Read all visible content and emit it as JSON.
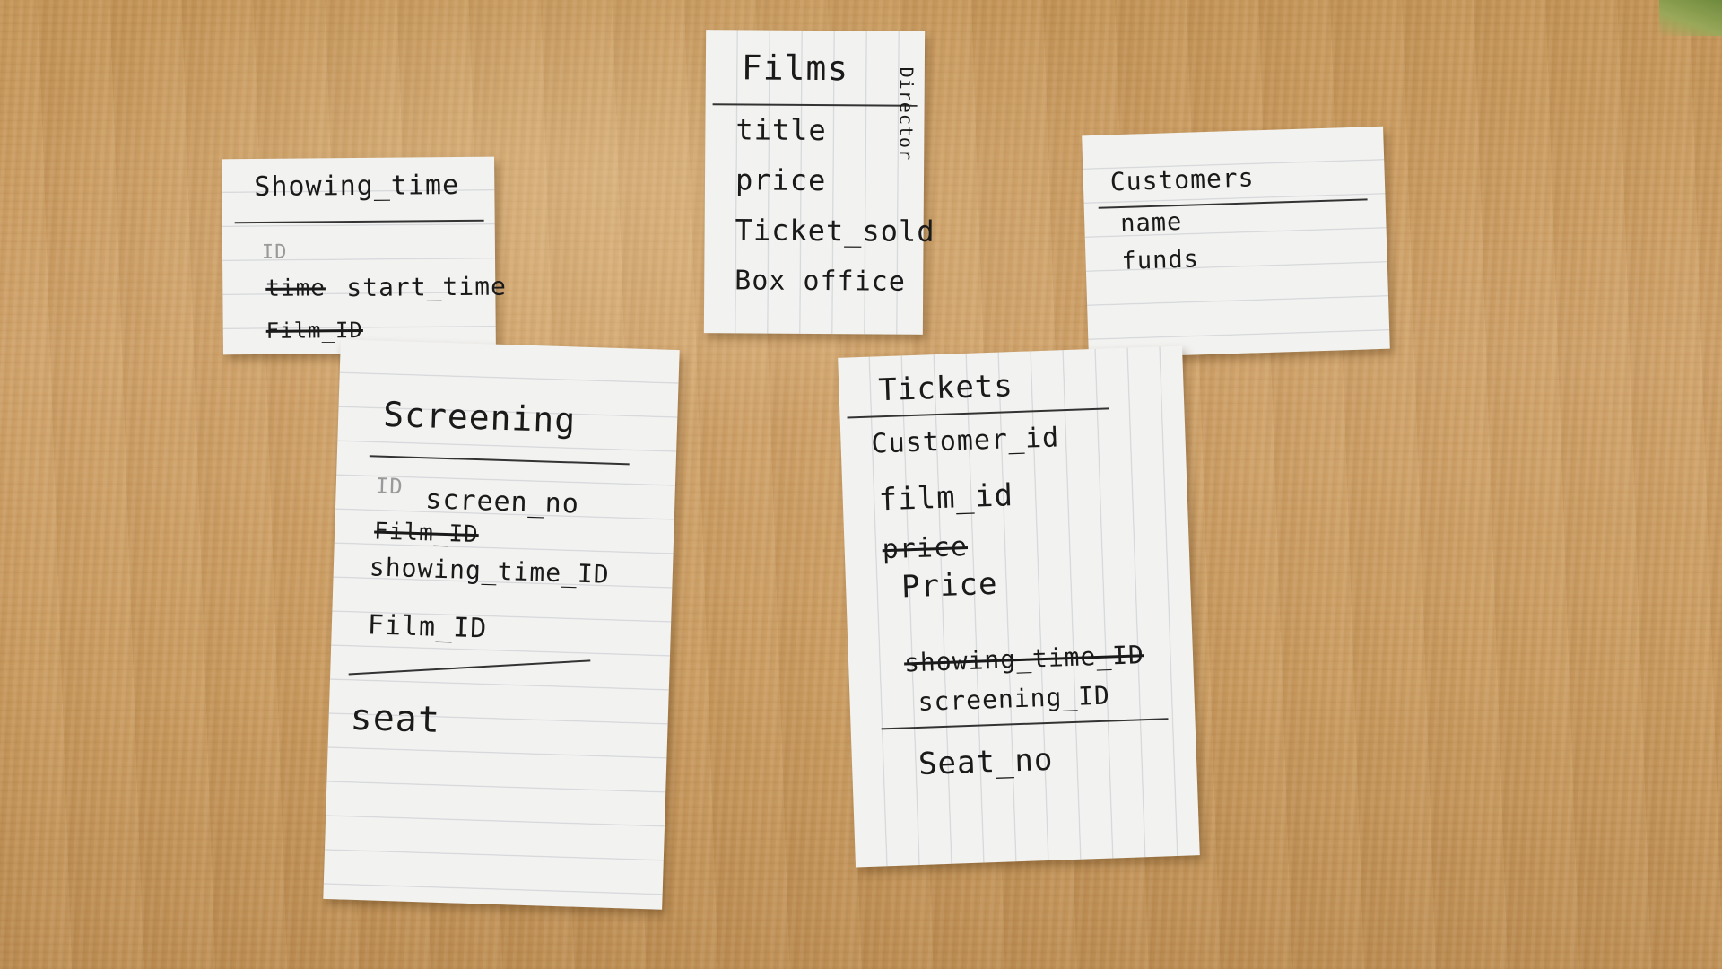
{
  "cards": {
    "showing_time": {
      "title": "Showing_time",
      "id_mark": "ID",
      "struck_time": "time",
      "field1": "start_time",
      "struck_film": "Film_ID"
    },
    "films": {
      "title": "Films",
      "fields": [
        "title",
        "price",
        "Ticket_sold",
        "Box office"
      ],
      "side_text": "Director"
    },
    "customers": {
      "title": "Customers",
      "fields": [
        "name",
        "funds"
      ]
    },
    "screening": {
      "title": "Screening",
      "id_mark": "ID",
      "field1": "screen_no",
      "struck": "Film_ID",
      "field2": "showing_time_ID",
      "field3": "Film_ID",
      "field4": "seat"
    },
    "tickets": {
      "title": "Tickets",
      "field1": "Customer_id",
      "field2": "film_id",
      "struck_price": "price",
      "field3": "Price",
      "struck_showing": "showing_time_ID",
      "field4": "screening_ID",
      "field5": "Seat_no"
    }
  }
}
